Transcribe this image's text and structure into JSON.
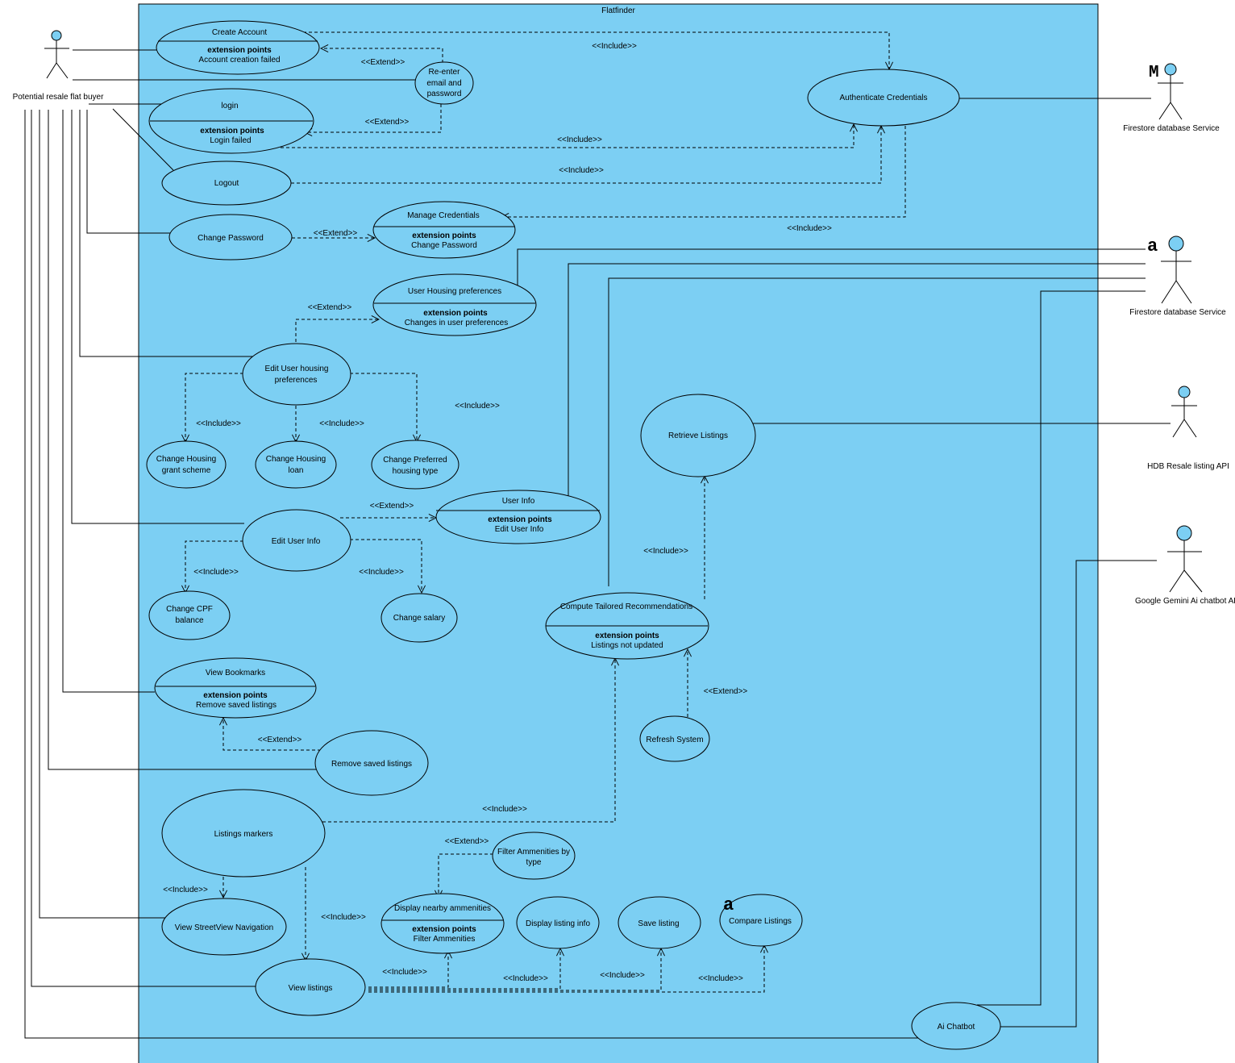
{
  "system": {
    "title": "Flatfinder",
    "fill": "#7ccff3"
  },
  "actors": {
    "buyer": "Potential resale flat buyer",
    "firestore1": "Firestore database Service",
    "firestore2": "Firestore database Service",
    "hdb": "HDB Resale listing API",
    "gemini": "Google Gemini Ai chatbot API"
  },
  "decorations": {
    "marker_m": "M",
    "marker_a1": "a",
    "marker_a2": "a"
  },
  "usecases": {
    "create_account": {
      "name": "Create Account",
      "ext_title": "extension points",
      "ext_point": "Account creation failed"
    },
    "reenter": {
      "l1": "Re-enter",
      "l2": "email and",
      "l3": "password"
    },
    "login": {
      "name": "login",
      "ext_title": "extension points",
      "ext_point": "Login failed"
    },
    "logout": "Logout",
    "auth": "Authenticate Credentials",
    "change_password": "Change Password",
    "manage_credentials": {
      "name": "Manage Credentials",
      "ext_title": "extension points",
      "ext_point": "Change Password"
    },
    "user_housing_pref": {
      "name": "User Housing preferences",
      "ext_title": "extension points",
      "ext_point": "Changes in user preferences"
    },
    "edit_housing_pref": {
      "l1": "Edit User housing",
      "l2": "preferences"
    },
    "change_grant": {
      "l1": "Change Housing",
      "l2": "grant scheme"
    },
    "change_loan": {
      "l1": "Change Housing",
      "l2": "loan"
    },
    "change_type": {
      "l1": "Change Preferred",
      "l2": "housing type"
    },
    "retrieve_listings": "Retrieve Listings",
    "user_info": {
      "name": "User Info",
      "ext_title": "extension points",
      "ext_point": "Edit User Info"
    },
    "edit_user_info": "Edit User Info",
    "change_cpf": {
      "l1": "Change CPF",
      "l2": "balance"
    },
    "change_salary": "Change salary",
    "compute": {
      "name": "Compute Tailored Recommendations",
      "ext_title": "extension points",
      "ext_point": "Listings not updated"
    },
    "view_bookmarks": {
      "name": "View Bookmarks",
      "ext_title": "extension points",
      "ext_point": "Remove saved listings"
    },
    "refresh": "Refresh System",
    "remove_saved": "Remove saved listings",
    "listings_markers": "Listings markers",
    "filter_amenities": {
      "l1": "Filter Ammenities by",
      "l2": "type"
    },
    "display_amenities": {
      "name": "Display nearby ammenities",
      "ext_title": "extension points",
      "ext_point": "Filter Ammenities"
    },
    "display_info": "Display listing info",
    "save_listing": "Save listing",
    "compare": "Compare Listings",
    "streetview": "View StreetView Navigation",
    "view_listings": "View listings",
    "ai_chatbot": "Ai Chatbot"
  },
  "labels": {
    "include": "<<Include>>",
    "extend": "<<Extend>>"
  }
}
